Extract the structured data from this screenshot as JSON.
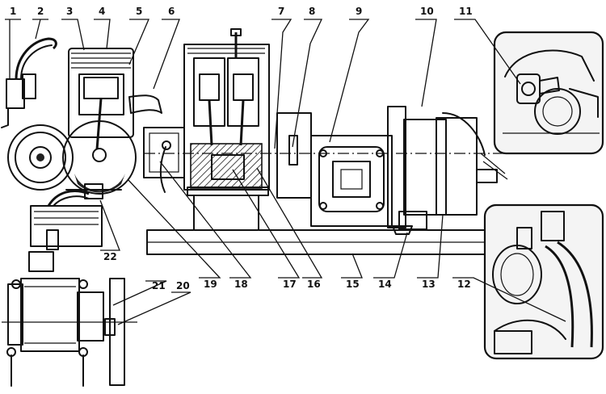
{
  "callouts": {
    "top": [
      "1",
      "2",
      "3",
      "4",
      "5",
      "6",
      "7",
      "8",
      "9",
      "10",
      "11"
    ],
    "bottom": [
      "22",
      "21",
      "20",
      "19",
      "18",
      "17",
      "16",
      "15",
      "14",
      "13",
      "12"
    ]
  }
}
